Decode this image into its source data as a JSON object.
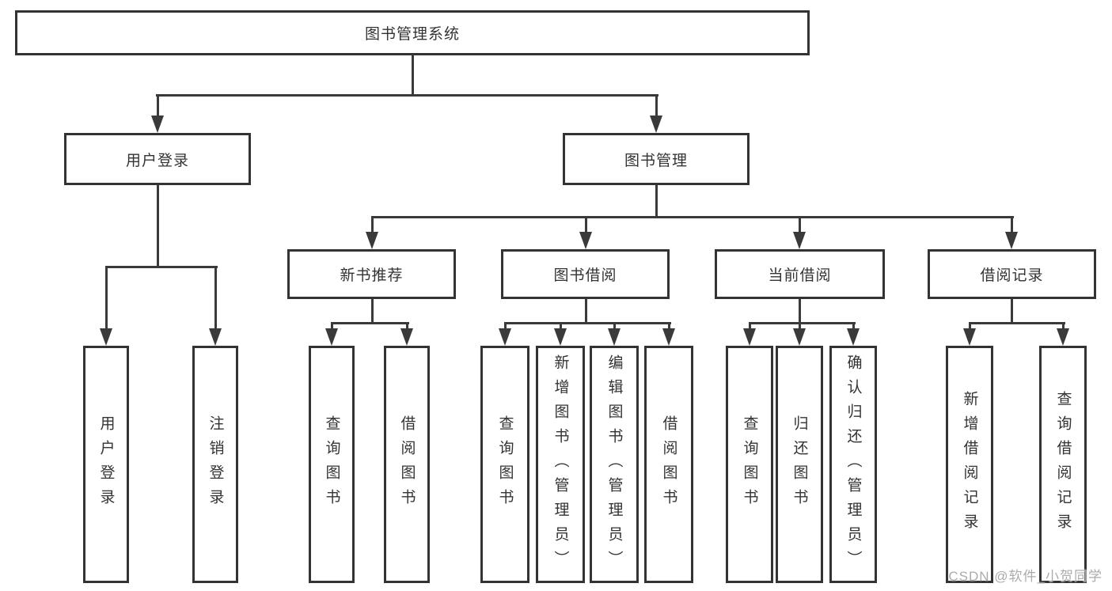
{
  "diagram": {
    "root": "图书管理系统",
    "level1": {
      "user_login": "用户登录",
      "book_management": "图书管理"
    },
    "level2": {
      "new_book_recommend": "新书推荐",
      "book_borrow": "图书借阅",
      "current_borrow": "当前借阅",
      "borrow_record": "借阅记录"
    },
    "leaves": {
      "user_login": "用户登录",
      "logout": "注销登录",
      "recommend_query_book": "查询图书",
      "recommend_borrow_book": "借阅图书",
      "borrow_query_book": "查询图书",
      "borrow_add_book_admin": "新增图书（管理员）",
      "borrow_edit_book_admin": "编辑图书（管理员）",
      "borrow_borrow_book": "借阅图书",
      "current_query_book": "查询图书",
      "current_return_book": "归还图书",
      "current_confirm_return_admin": "确认归还（管理员）",
      "record_add": "新增借阅记录",
      "record_query": "查询借阅记录"
    },
    "watermark": "CSDN @软件_小贺同学",
    "colors": {
      "line": "#3a3a3a",
      "box_border": "#333333",
      "text": "#333333",
      "background": "#ffffff",
      "watermark": "#ababab"
    }
  }
}
